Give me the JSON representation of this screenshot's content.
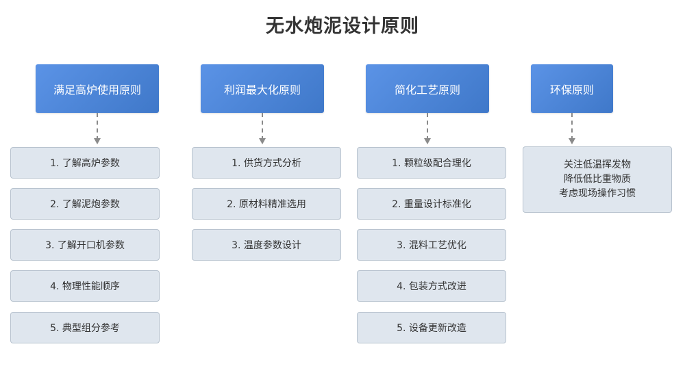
{
  "title": "无水炮泥设计原则",
  "columns": [
    {
      "header": "满足高炉使用原则",
      "items": [
        "1. 了解高炉参数",
        "2. 了解泥炮参数",
        "3. 了解开口机参数",
        "4. 物理性能顺序",
        "5. 典型组分参考"
      ]
    },
    {
      "header": "利润最大化原则",
      "items": [
        "1. 供货方式分析",
        "2. 原材料精准选用",
        "3. 温度参数设计"
      ]
    },
    {
      "header": "简化工艺原则",
      "items": [
        "1. 颗粒级配合理化",
        "2. 重量设计标准化",
        "3. 混料工艺优化",
        "4. 包装方式改进",
        "5. 设备更新改造"
      ]
    },
    {
      "header": "环保原则",
      "lines": [
        "关注低温挥发物",
        "降低低比重物质",
        "考虑现场操作习惯"
      ]
    }
  ]
}
